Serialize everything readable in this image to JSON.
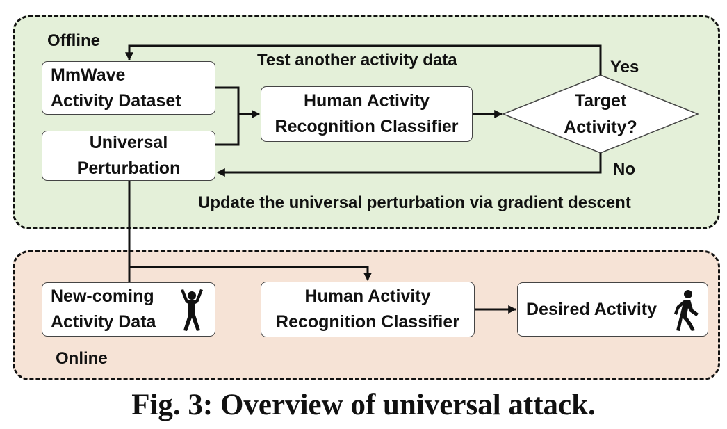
{
  "offline": {
    "label": "Offline",
    "dataset_box": {
      "line1": "MmWave",
      "line2": "Activity Dataset"
    },
    "perturbation_box": {
      "line1": "Universal",
      "line2": "Perturbation"
    },
    "classifier_box": {
      "line1": "Human Activity",
      "line2": "Recognition Classifier"
    },
    "decision": {
      "line1": "Target",
      "line2": "Activity?"
    },
    "yes_label": "Yes",
    "no_label": "No",
    "loop_text": "Test another activity data",
    "update_text": "Update the universal perturbation via gradient descent"
  },
  "online": {
    "label": "Online",
    "new_data_box": {
      "line1": "New-coming",
      "line2": "Activity Data"
    },
    "classifier_box": {
      "line1": "Human Activity",
      "line2": "Recognition Classifier"
    },
    "result_box": {
      "text": "Desired Activity"
    }
  },
  "icons": {
    "new_data": "person-arms-raised-icon",
    "result": "walking-person-icon"
  },
  "caption": "Fig. 3: Overview of universal attack."
}
